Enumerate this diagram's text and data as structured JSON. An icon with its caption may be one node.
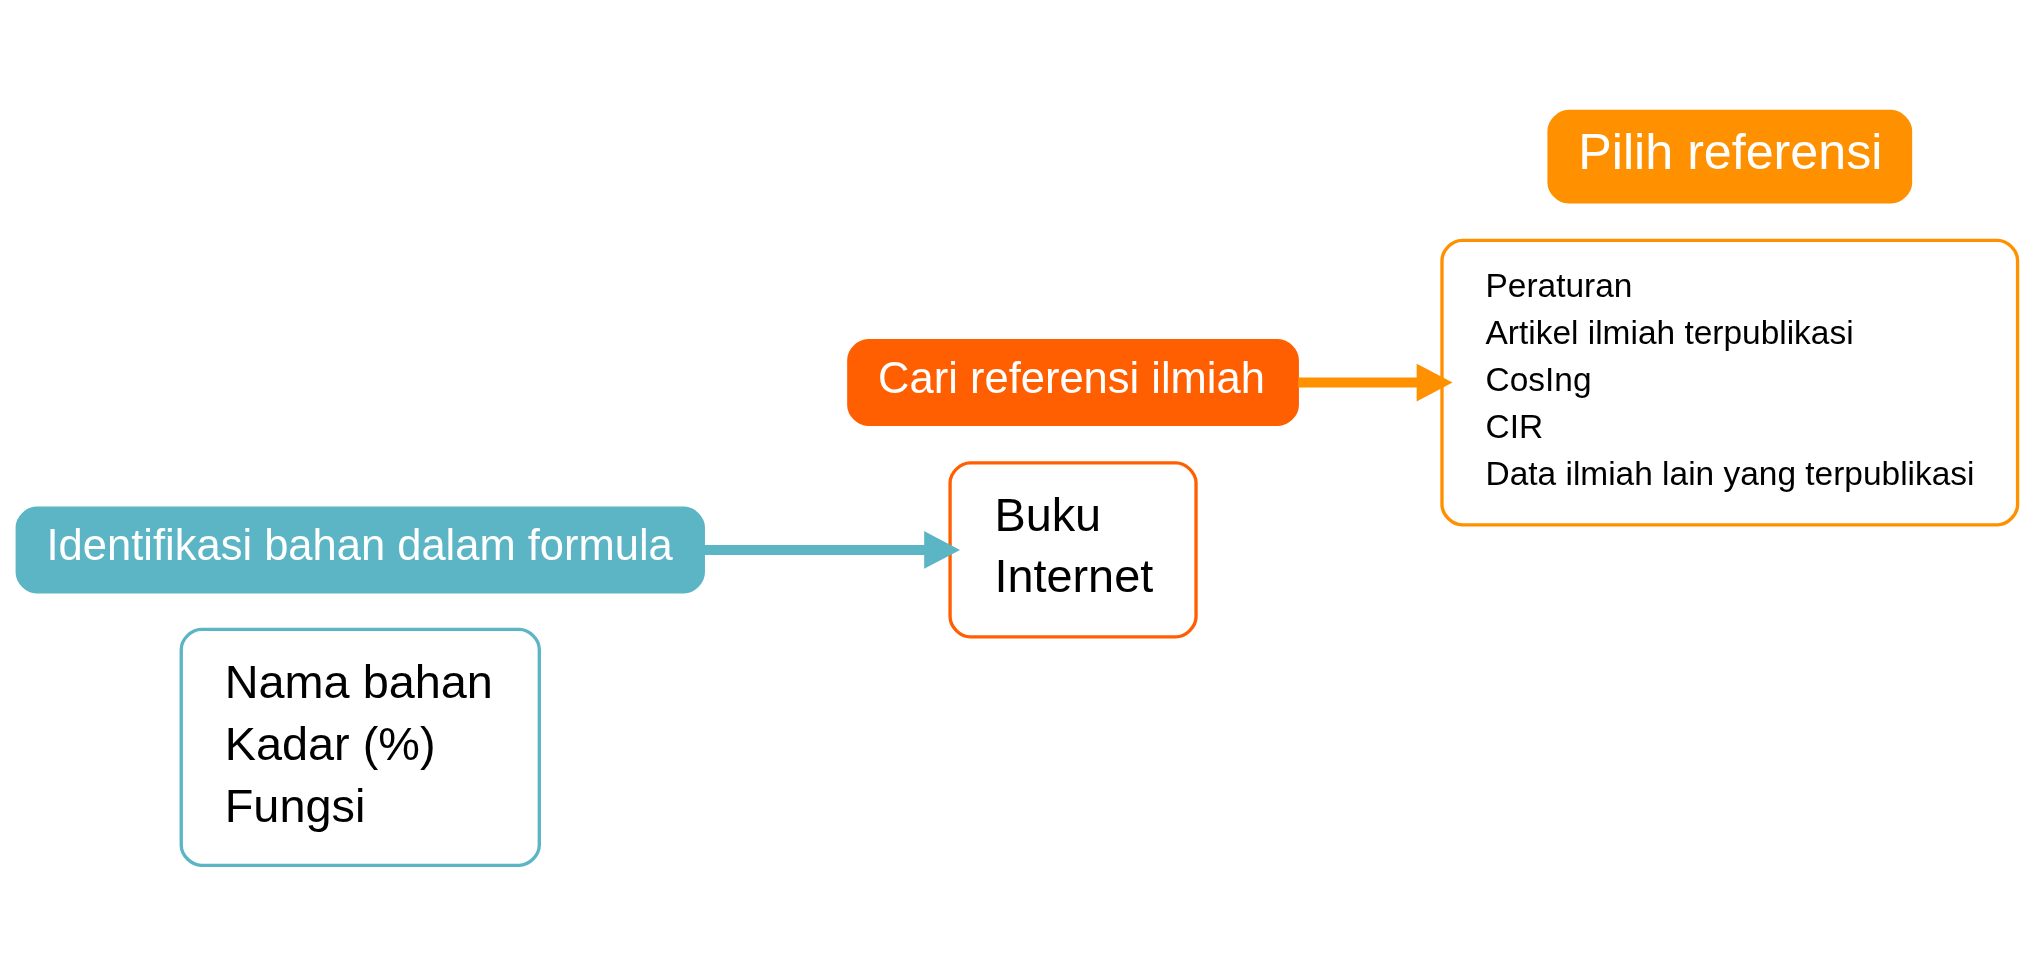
{
  "diagram": {
    "nodes": [
      {
        "text": [
          "Nama bahan",
          "Kadar (%)",
          "Fungsi"
        ]
      },
      {
        "text": [
          "Identifikasi bahan dalam formula"
        ]
      },
      {
        "text": [
          "Buku",
          "Internet"
        ]
      },
      {
        "text": [
          "Cari referensi ilmiah"
        ]
      },
      {
        "text": [
          "Peraturan",
          "Artikel ilmiah terpublikasi",
          "CosIng",
          "CIR",
          "Data ilmiah lain yang terpublikasi"
        ]
      },
      {
        "text": [
          "Pilih referensi"
        ]
      }
    ],
    "edges": [
      {
        "from": 1,
        "to": 2,
        "arrow": "to",
        "color": "#5bb5c5"
      },
      {
        "from": 3,
        "to": 4,
        "arrow": "to",
        "color": "#ff9100"
      }
    ]
  }
}
